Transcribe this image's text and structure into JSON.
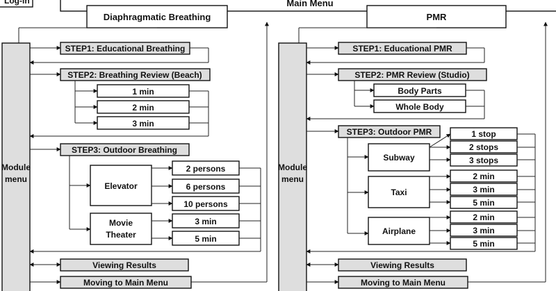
{
  "top": {
    "login": "Log-in",
    "main_menu": "Main Menu",
    "left_program": "Diaphragmatic  Breathing",
    "right_program": "PMR"
  },
  "left": {
    "module_menu": "Module menu",
    "step1": "STEP1: Educational Breathing",
    "step2": "STEP2: Breathing Review  (Beach)",
    "step2_options": [
      "1 min",
      "2 min",
      "3 min"
    ],
    "step3": "STEP3: Outdoor Breathing",
    "elevator": "Elevator",
    "elevator_options": [
      "2 persons",
      "6 persons",
      "10 persons"
    ],
    "movie": [
      "Movie",
      "Theater"
    ],
    "movie_options": [
      "3 min",
      "5 min"
    ],
    "viewing": "Viewing Results",
    "moving": "Moving to Main Menu"
  },
  "right": {
    "module_menu": "Module menu",
    "step1": "STEP1: Educational PMR",
    "step2": "STEP2: PMR Review  (Studio)",
    "step2_options": [
      "Body Parts",
      "Whole Body"
    ],
    "step3": "STEP3: Outdoor PMR",
    "subway": "Subway",
    "subway_options": [
      "1 stop",
      "2 stops",
      "3 stops"
    ],
    "taxi": "Taxi",
    "taxi_options": [
      "2 min",
      "3 min",
      "5 min"
    ],
    "airplane": "Airplane",
    "airplane_options": [
      "2 min",
      "3 min",
      "5 min"
    ],
    "viewing": "Viewing Results",
    "moving": "Moving to Main Menu"
  }
}
